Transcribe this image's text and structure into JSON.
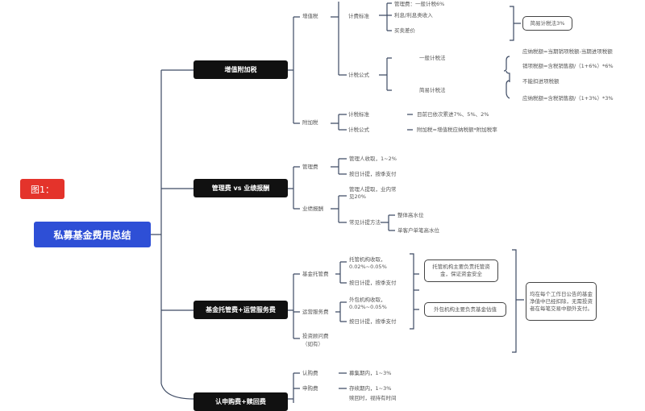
{
  "figure_label": "图1：",
  "root": "私募基金费用总结",
  "colors": {
    "root": "#2e4fd6",
    "label": "#e4332b",
    "node": "#111111",
    "line": "#3d4a63"
  },
  "l1": [
    "增值附加税",
    "管理费 vs 业绩报酬",
    "基金托管费+运营服务费",
    "认申购费+赎回费"
  ],
  "vat": {
    "vat": "增值税",
    "surtax": "附加税",
    "fee_basis": "计费标准",
    "formula": "计税公式",
    "items": [
      "管理费：一般计税6%",
      "利息/利息类收入",
      "买卖差价"
    ],
    "simple_box": "简易计税法3%",
    "general": "一般计税法",
    "simple": "简易计税法",
    "general_f": [
      "应纳税额=当期销项税额-当期进项税额",
      "销项税额=含税销售额/（1+6%）*6%"
    ],
    "simple_f": [
      "不能扣进项税额",
      "应纳税额=含税销售额/（1+3%）*3%"
    ],
    "tax_basis": "计税标准",
    "tax_formula": "计税公式",
    "rates": "目前已依次累进7%、5%、2%",
    "surtax_f": "附加税=增值税应纳税额*附加税率"
  },
  "mgmt": {
    "mgmt_fee": "管理费",
    "perf": "业绩报酬",
    "mgmt_items": [
      "管理人收取，1~2%",
      "按日计提，按季支付"
    ],
    "perf_item1a": "管理人提取，业内常",
    "perf_item1b": "见20%",
    "perf_method": "常见计提方法",
    "methods": [
      "整体高水位",
      "单客户单笔高水位"
    ]
  },
  "custody": {
    "custody_fee": "基金托管费",
    "ops_fee": "运营服务费",
    "advisor_a": "投资顾问费",
    "advisor_b": "（如有）",
    "c1a": "托管机构收取，",
    "c1b": "0.02%~0.05%",
    "c2": "按日计提，按季支付",
    "o1a": "外包机构收取，",
    "o1b": "0.02%~0.05%",
    "o2": "按日计提，按季支付",
    "box1": "托管机构主要负责托管资金，保证资金安全",
    "box2": "外包机构主要负责基金估值",
    "box3": "均在每个工作日公告的基金净值中已经扣除，无需投资者在每笔交易中额外支付。"
  },
  "sub": {
    "subscribe": "认购费",
    "purchase": "申购费",
    "s1": "募集期内，1~3%",
    "p1": "存续期内，1~3%",
    "r1": "赎回时，视持有时间"
  }
}
